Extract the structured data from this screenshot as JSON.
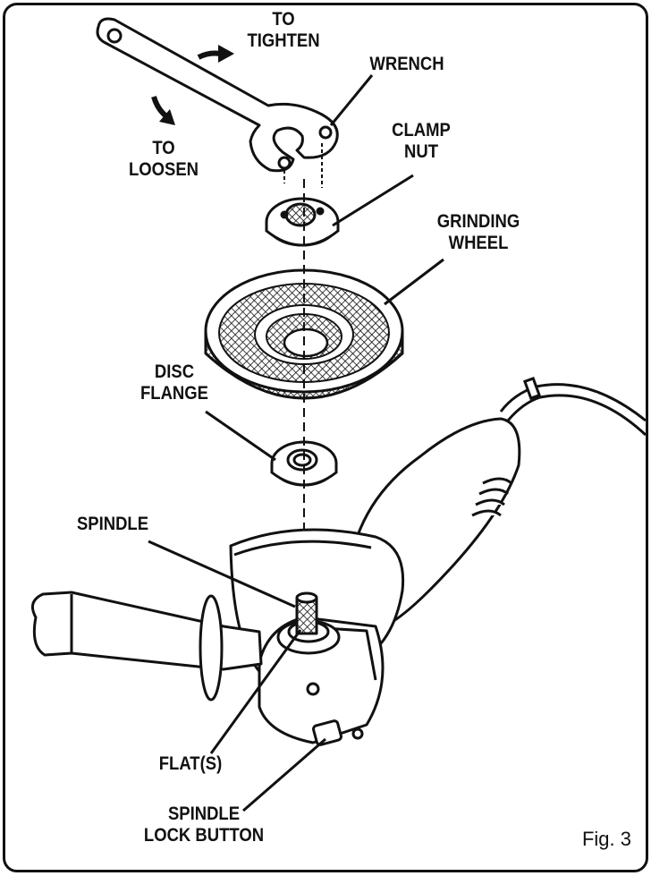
{
  "labels": {
    "to_tighten": [
      "TO",
      "TIGHTEN"
    ],
    "to_loosen": [
      "TO",
      "LOOSEN"
    ],
    "wrench": "WRENCH",
    "clamp_nut": [
      "CLAMP",
      "NUT"
    ],
    "grinding_wheel": [
      "GRINDING",
      "WHEEL"
    ],
    "disc_flange": [
      "DISC",
      "FLANGE"
    ],
    "spindle": "SPINDLE",
    "flats": "FLAT(S)",
    "spindle_lock_button": [
      "SPINDLE",
      "LOCK BUTTON"
    ]
  },
  "figure_caption": "Fig. 3",
  "colors": {
    "ink": "#111111",
    "paper": "#ffffff"
  }
}
